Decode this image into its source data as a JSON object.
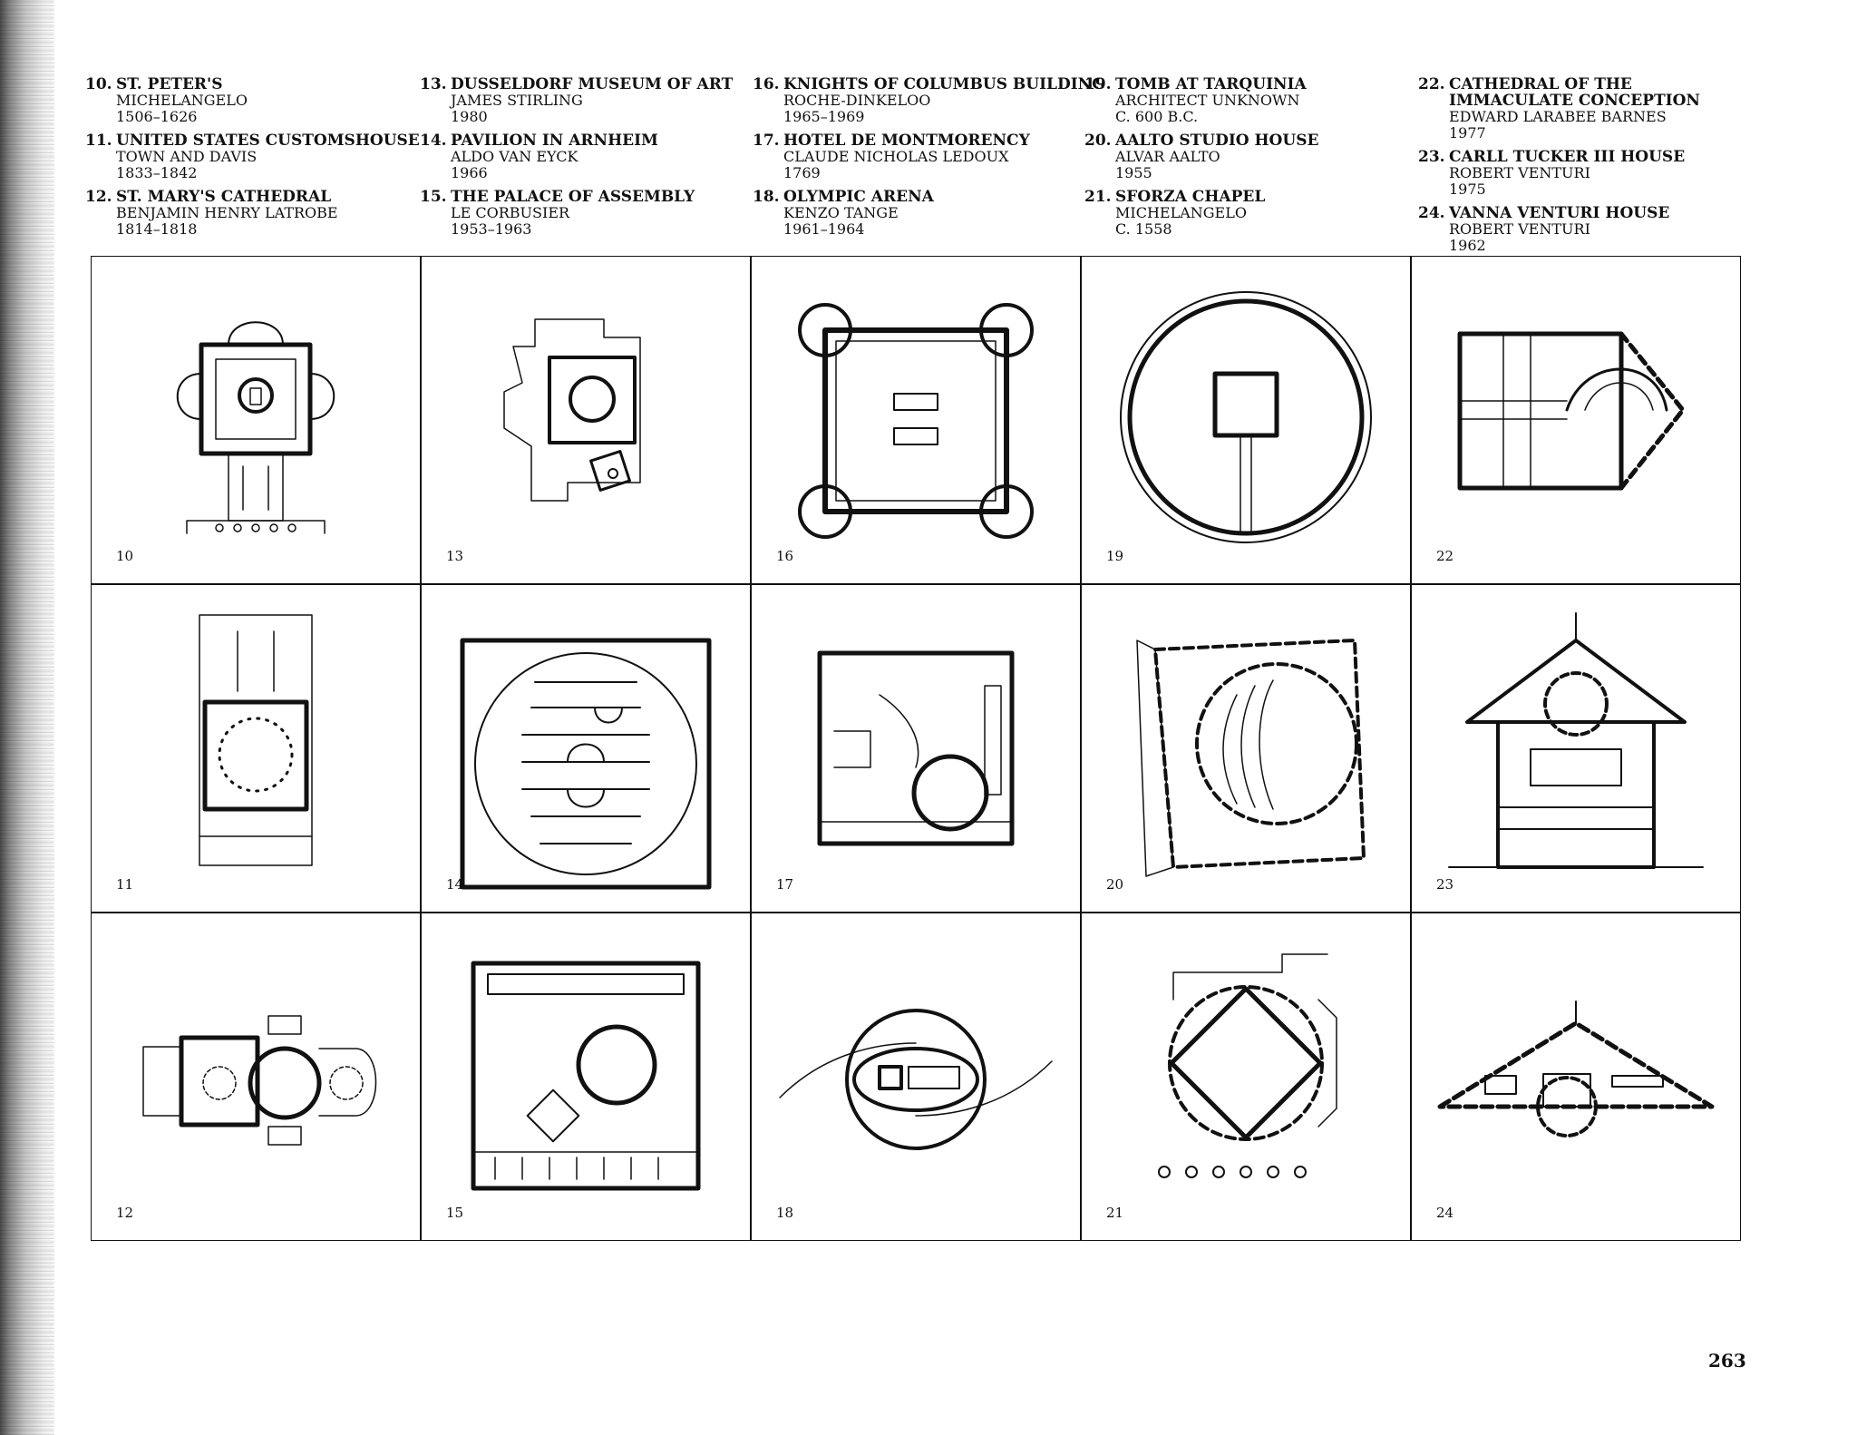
{
  "captions": {
    "col1": [
      {
        "num": "10.",
        "title": "ST. PETER'S",
        "lines": [
          "MICHELANGELO",
          "1506–1626"
        ]
      },
      {
        "num": "11.",
        "title": "UNITED STATES CUSTOMSHOUSE",
        "lines": [
          "TOWN AND DAVIS",
          "1833–1842"
        ]
      },
      {
        "num": "12.",
        "title": "ST. MARY'S CATHEDRAL",
        "lines": [
          "BENJAMIN HENRY LATROBE",
          "1814–1818"
        ]
      }
    ],
    "col2": [
      {
        "num": "13.",
        "title": "DUSSELDORF MUSEUM OF ART",
        "lines": [
          "JAMES STIRLING",
          "1980"
        ]
      },
      {
        "num": "14.",
        "title": "PAVILION IN ARNHEIM",
        "lines": [
          "ALDO VAN EYCK",
          "1966"
        ]
      },
      {
        "num": "15.",
        "title": "THE PALACE OF ASSEMBLY",
        "lines": [
          "LE CORBUSIER",
          "1953–1963"
        ]
      }
    ],
    "col3": [
      {
        "num": "16.",
        "title": "KNIGHTS OF COLUMBUS BUILDING",
        "lines": [
          "ROCHE-DINKELOO",
          "1965–1969"
        ]
      },
      {
        "num": "17.",
        "title": "HOTEL DE MONTMORENCY",
        "lines": [
          "CLAUDE NICHOLAS LEDOUX",
          "1769"
        ]
      },
      {
        "num": "18.",
        "title": "OLYMPIC ARENA",
        "lines": [
          "KENZO TANGE",
          "1961–1964"
        ]
      }
    ],
    "col4": [
      {
        "num": "19.",
        "title": "TOMB AT TARQUINIA",
        "lines": [
          "ARCHITECT UNKNOWN",
          "c. 600 B.C."
        ]
      },
      {
        "num": "20.",
        "title": "AALTO STUDIO HOUSE",
        "lines": [
          "ALVAR AALTO",
          "1955"
        ]
      },
      {
        "num": "21.",
        "title": "SFORZA CHAPEL",
        "lines": [
          "MICHELANGELO",
          "c. 1558"
        ]
      }
    ],
    "col5": [
      {
        "num": "22.",
        "title": "CATHEDRAL OF THE",
        "lines": [
          "IMMACULATE CONCEPTION",
          "EDWARD LARABEE BARNES",
          "1977"
        ]
      },
      {
        "num": "23.",
        "title": "CARLL TUCKER III HOUSE",
        "lines": [
          "ROBERT VENTURI",
          "1975"
        ]
      },
      {
        "num": "24.",
        "title": "VANNA VENTURI HOUSE",
        "lines": [
          "ROBERT VENTURI",
          "1962"
        ]
      }
    ]
  },
  "cells": {
    "r1": [
      "10",
      "13",
      "16",
      "19",
      "22"
    ],
    "r2": [
      "11",
      "14",
      "17",
      "20",
      "23"
    ],
    "r3": [
      "12",
      "15",
      "18",
      "21",
      "24"
    ]
  },
  "page_number": "263"
}
